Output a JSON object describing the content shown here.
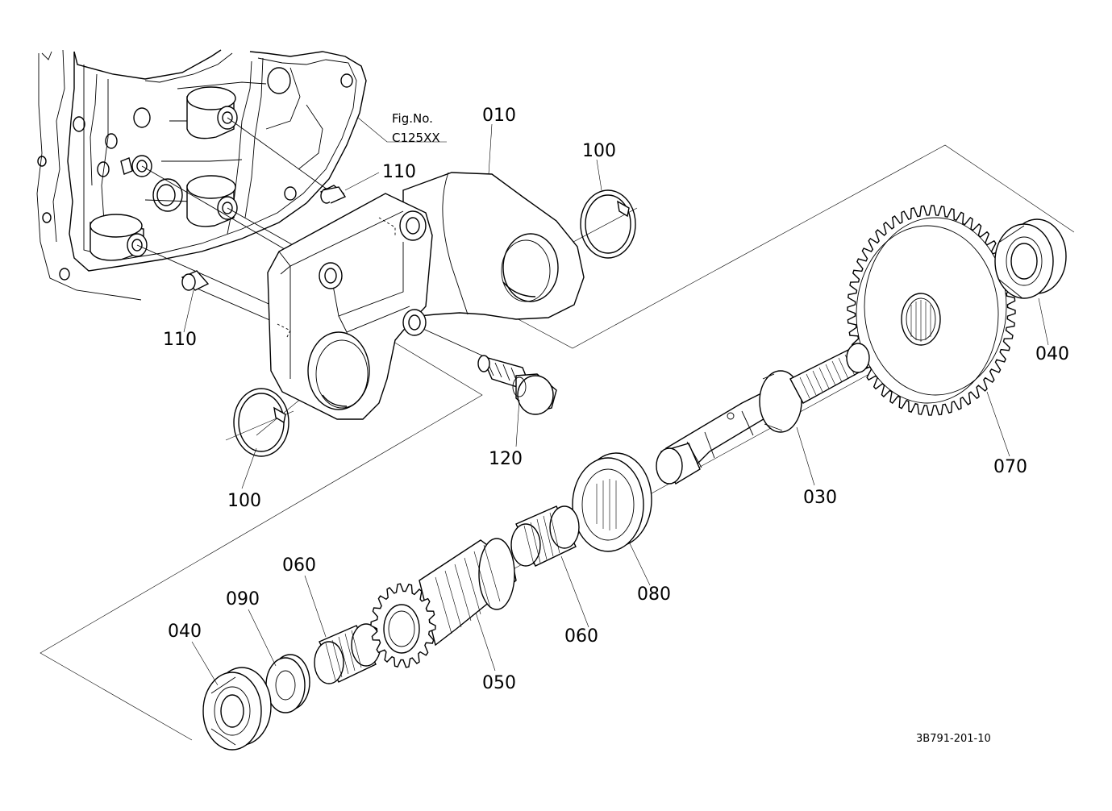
{
  "figure": {
    "fig_no_label": "Fig.No.",
    "fig_no_value": "C125XX"
  },
  "catalog_number": "3B791-201-10",
  "callouts": {
    "c010": "010",
    "c100_top": "100",
    "c110_top": "110",
    "c110_left": "110",
    "c100_left": "100",
    "c120": "120",
    "c040_right": "040",
    "c070": "070",
    "c030": "030",
    "c080": "080",
    "c060_right": "060",
    "c050": "050",
    "c060_left": "060",
    "c090": "090",
    "c040_left": "040"
  },
  "parts": [
    {
      "ref": "010",
      "item": "bracket"
    },
    {
      "ref": "030",
      "item": "shaft"
    },
    {
      "ref": "040",
      "item": "ball bearing"
    },
    {
      "ref": "050",
      "item": "gear"
    },
    {
      "ref": "060",
      "item": "needle bearing"
    },
    {
      "ref": "070",
      "item": "gear"
    },
    {
      "ref": "080",
      "item": "collar"
    },
    {
      "ref": "090",
      "item": "washer"
    },
    {
      "ref": "100",
      "item": "snap ring"
    },
    {
      "ref": "110",
      "item": "pin"
    },
    {
      "ref": "120",
      "item": "bolt"
    }
  ]
}
